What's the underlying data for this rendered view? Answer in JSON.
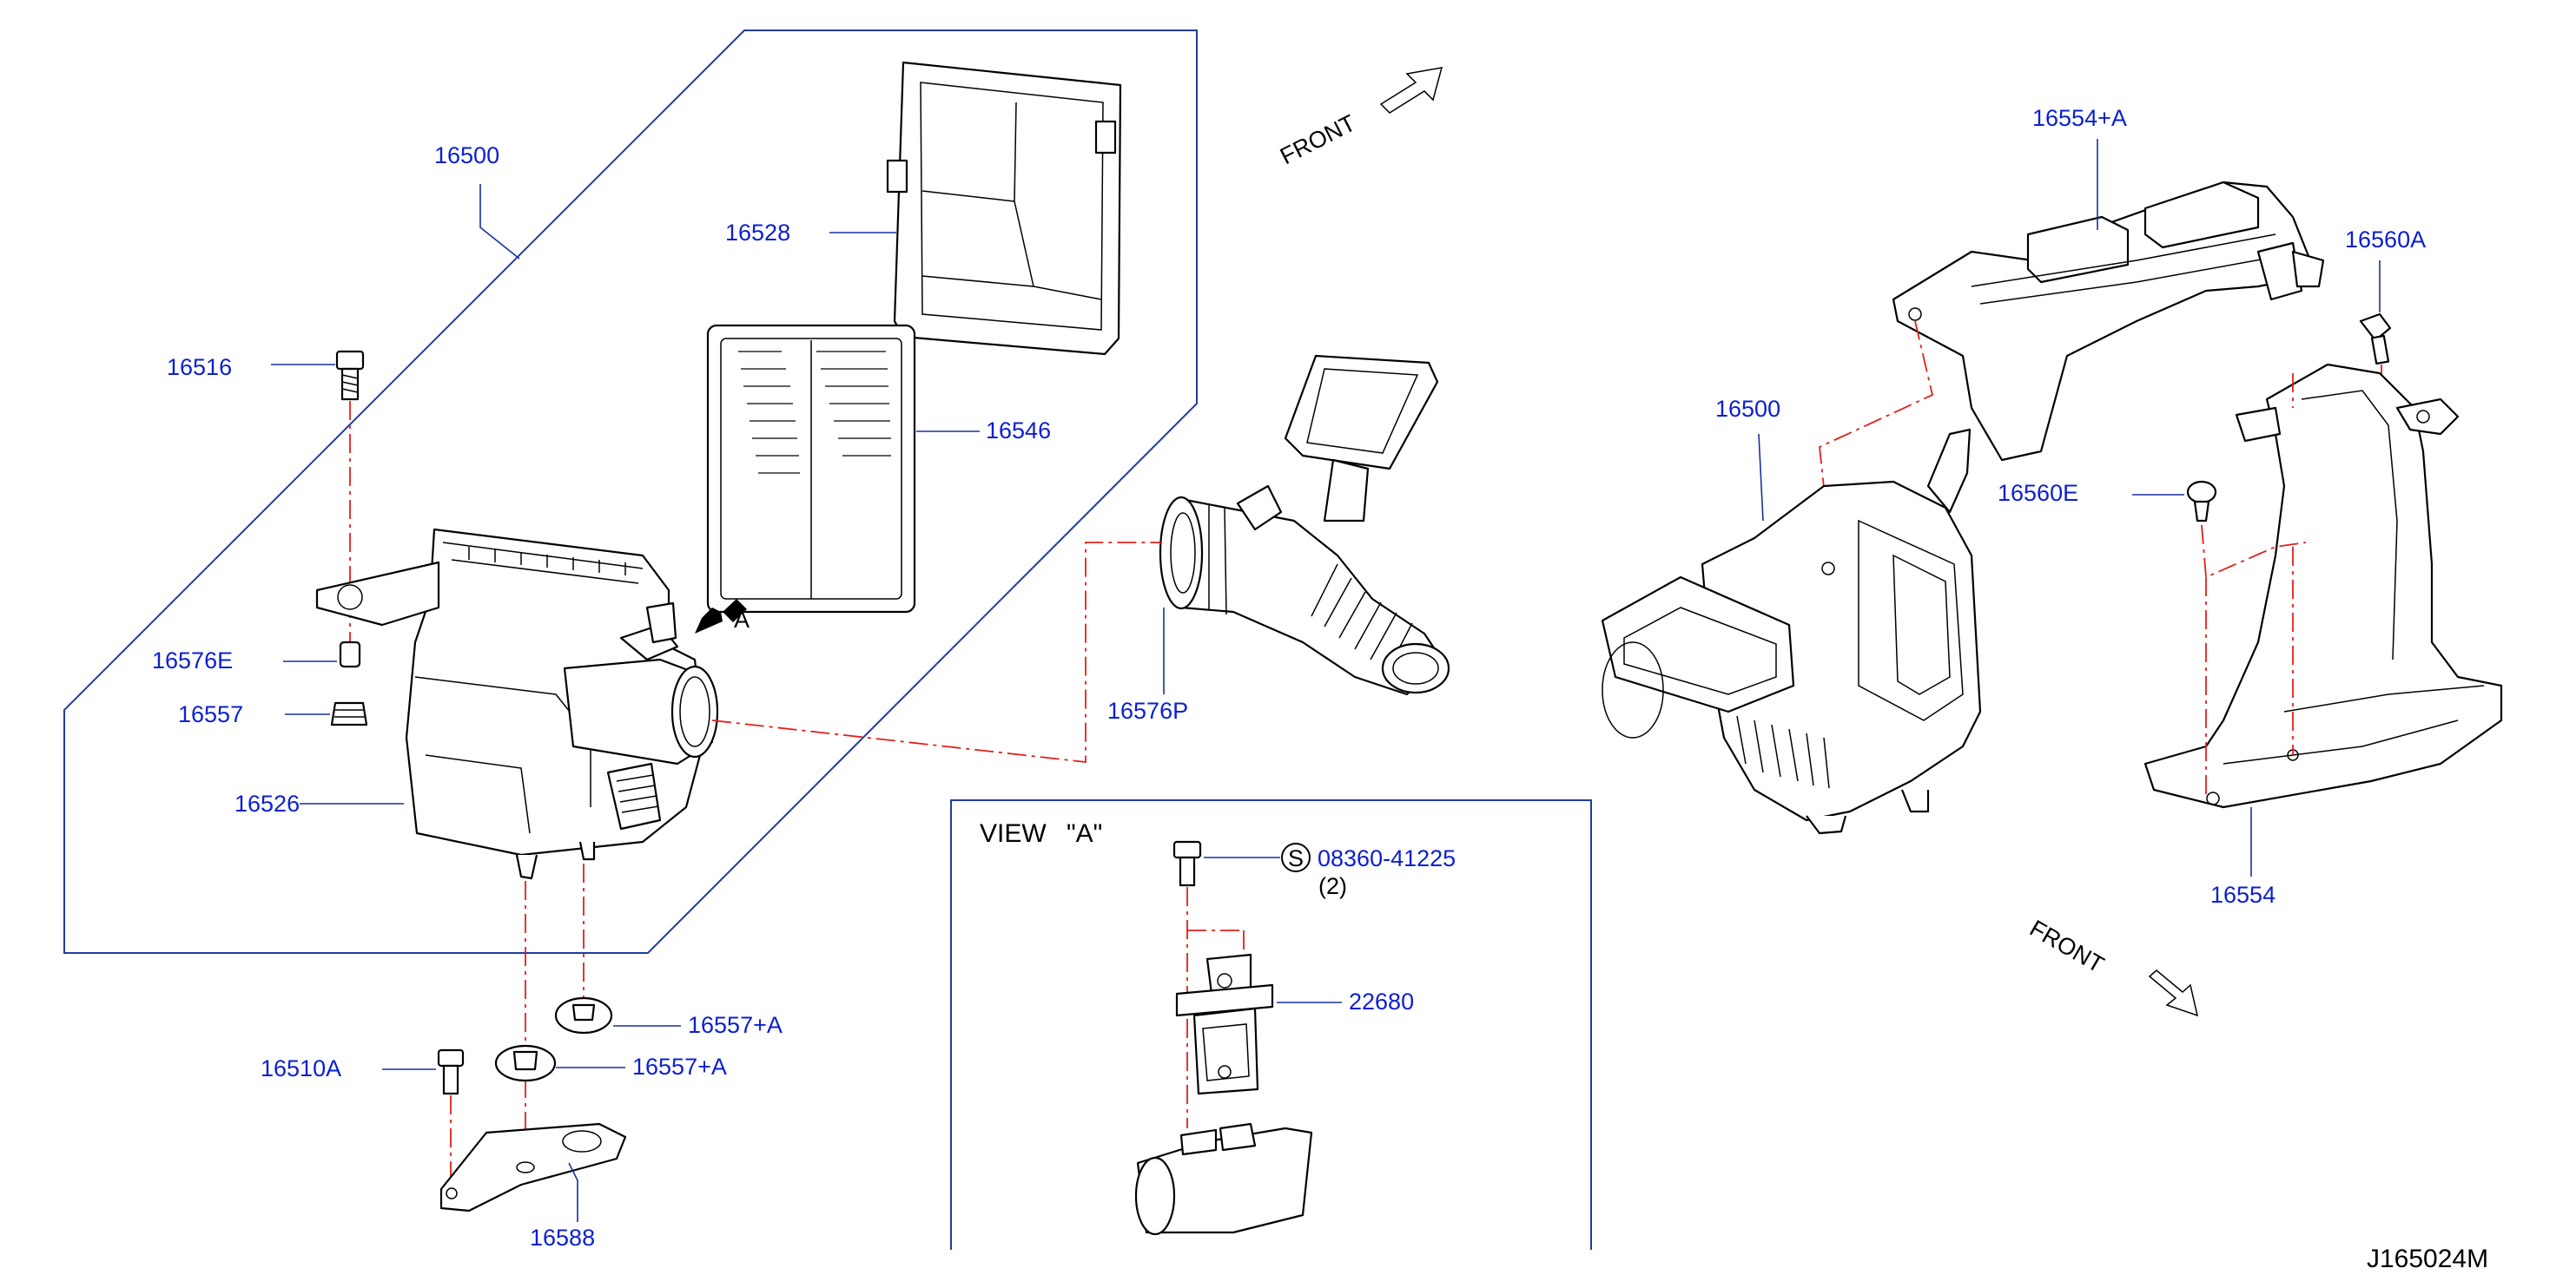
{
  "diagram_id": "J165024M",
  "view_a": {
    "title": "VIEW",
    "ref": "\"A\""
  },
  "arrow_a_label": "A",
  "front_label": "FRONT",
  "parts": {
    "p16500_left": "16500",
    "p16528": "16528",
    "p16516": "16516",
    "p16546": "16546",
    "p16576E": "16576E",
    "p16557": "16557",
    "p16526": "16526",
    "p16576P": "16576P",
    "p16557A_1": "16557+A",
    "p16557A_2": "16557+A",
    "p16510A": "16510A",
    "p16588": "16588",
    "p08360": "08360-41225",
    "p08360_qty": "(2)",
    "p08360_symbol": "S",
    "p22680": "22680",
    "p16554A": "16554+A",
    "p16560A": "16560A",
    "p16500_right": "16500",
    "p16560E": "16560E",
    "p16554": "16554"
  },
  "colors": {
    "part_number": "#0b1fd0",
    "leader": "#1a2fa0",
    "centerline": "#e0201b",
    "frame": "#1f3d9e"
  }
}
